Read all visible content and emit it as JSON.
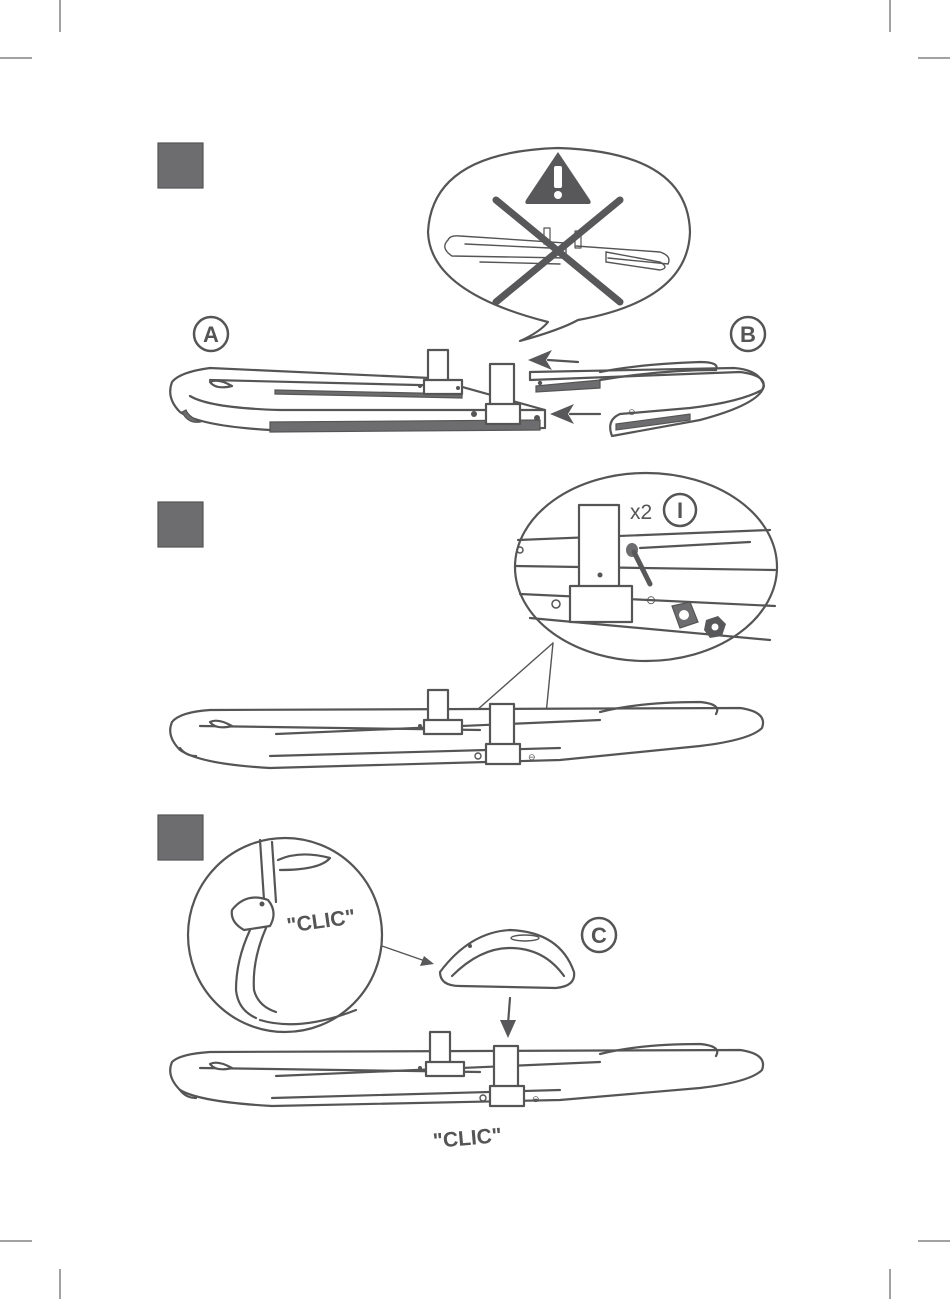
{
  "steps": [
    {
      "part_labels": [
        "A",
        "B"
      ],
      "warning_icon": "warning-triangle-icon",
      "forbidden_icon": "cross-out-icon"
    },
    {
      "quantity": "x2",
      "part_label": "I"
    },
    {
      "part_label": "C",
      "callout_text": "\"CLIC\"",
      "caption": "\"CLIC\""
    }
  ],
  "colors": {
    "line": "#555555",
    "step_box": "#6d6d6f",
    "background": "#ffffff"
  }
}
